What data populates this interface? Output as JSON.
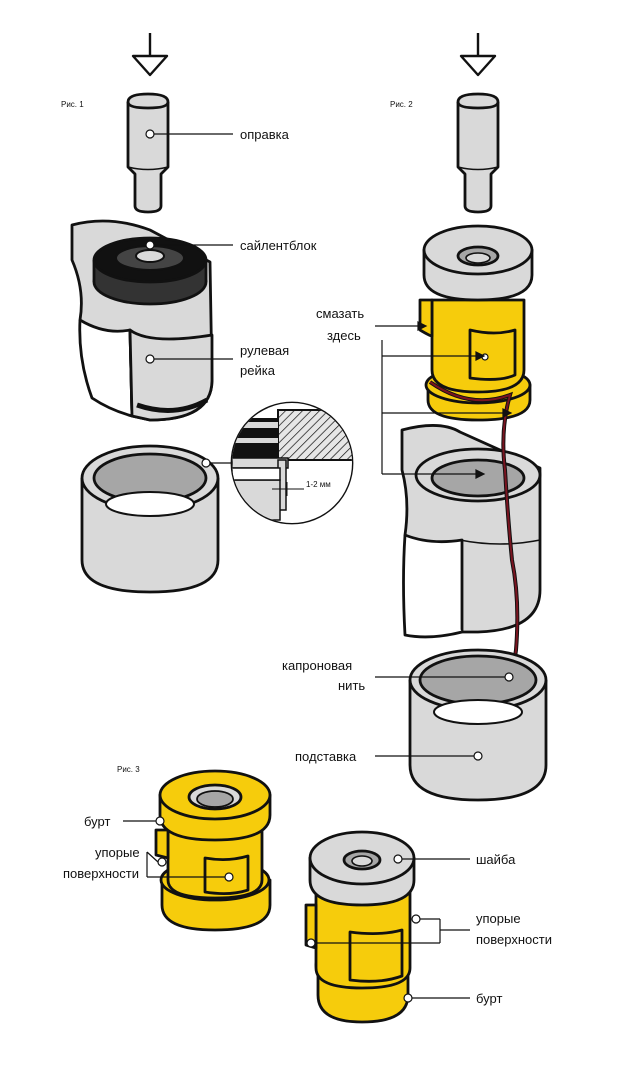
{
  "figures": {
    "fig1": "Рис. 1",
    "fig2": "Рис. 2",
    "fig3": "Рис. 3"
  },
  "labels": {
    "opravka": "оправка",
    "saylentblok": "сайлентблок",
    "rulevaya_1": "рулевая",
    "rulevaya_2": "рейка",
    "smazat_1": "смазать",
    "smazat_2": "здесь",
    "kapron_1": "капроновая",
    "kapron_2": "нить",
    "podstavka": "подставка",
    "burt_left": "бурт",
    "upor_left_1": "упорые",
    "upor_left_2": "поверхности",
    "shaiba": "шайба",
    "upor_right_1": "упорые",
    "upor_right_2": "поверхности",
    "burt_right": "бурт",
    "gap": "1-2 мм"
  },
  "colors": {
    "yellow": "#f6cc0c",
    "gray": "#d9d9d9",
    "dark_gray": "#a6a6a6",
    "black": "#111111",
    "thread": "#7a1420"
  },
  "icons": [
    "press-arrow-icon",
    "press-arrow-icon"
  ]
}
